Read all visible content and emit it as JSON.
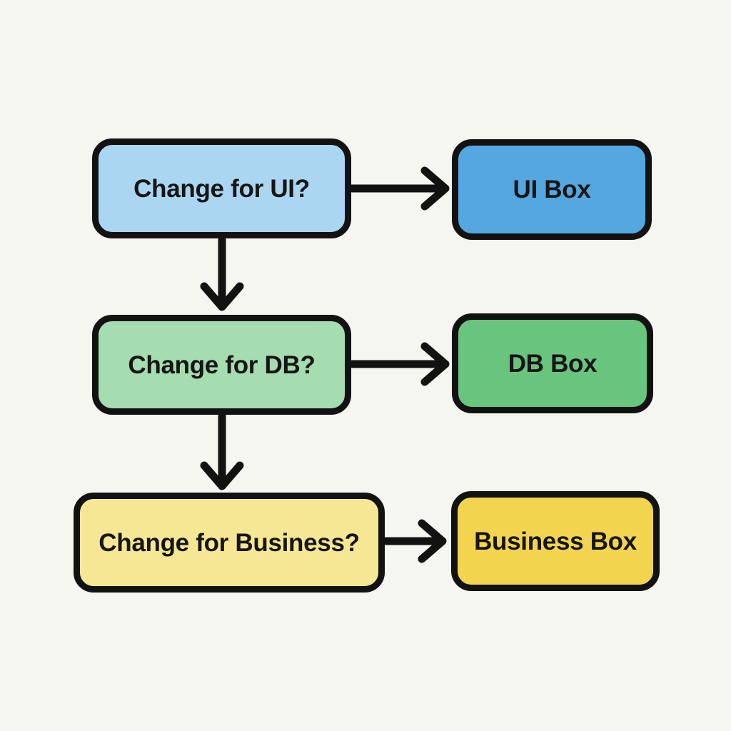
{
  "diagram": {
    "title": "change-routing-flowchart",
    "background_color": "#f6f6f1",
    "stroke_color": "#121212",
    "rows": [
      {
        "question": {
          "label": "Change for UI?",
          "fill": "#aad6f2"
        },
        "target": {
          "label": "UI Box",
          "fill": "#55a7e0"
        }
      },
      {
        "question": {
          "label": "Change for DB?",
          "fill": "#a5dcb0"
        },
        "target": {
          "label": "DB Box",
          "fill": "#69c47e"
        }
      },
      {
        "question": {
          "label": "Change for Business?",
          "fill": "#f6e794"
        },
        "target": {
          "label": "Business Box",
          "fill": "#f2d44e"
        }
      }
    ],
    "connections": [
      {
        "from": "Change for UI?",
        "to": "UI Box",
        "direction": "right"
      },
      {
        "from": "Change for UI?",
        "to": "Change for DB?",
        "direction": "down"
      },
      {
        "from": "Change for DB?",
        "to": "DB Box",
        "direction": "right"
      },
      {
        "from": "Change for DB?",
        "to": "Change for Business?",
        "direction": "down"
      },
      {
        "from": "Change for Business?",
        "to": "Business Box",
        "direction": "right"
      }
    ]
  }
}
